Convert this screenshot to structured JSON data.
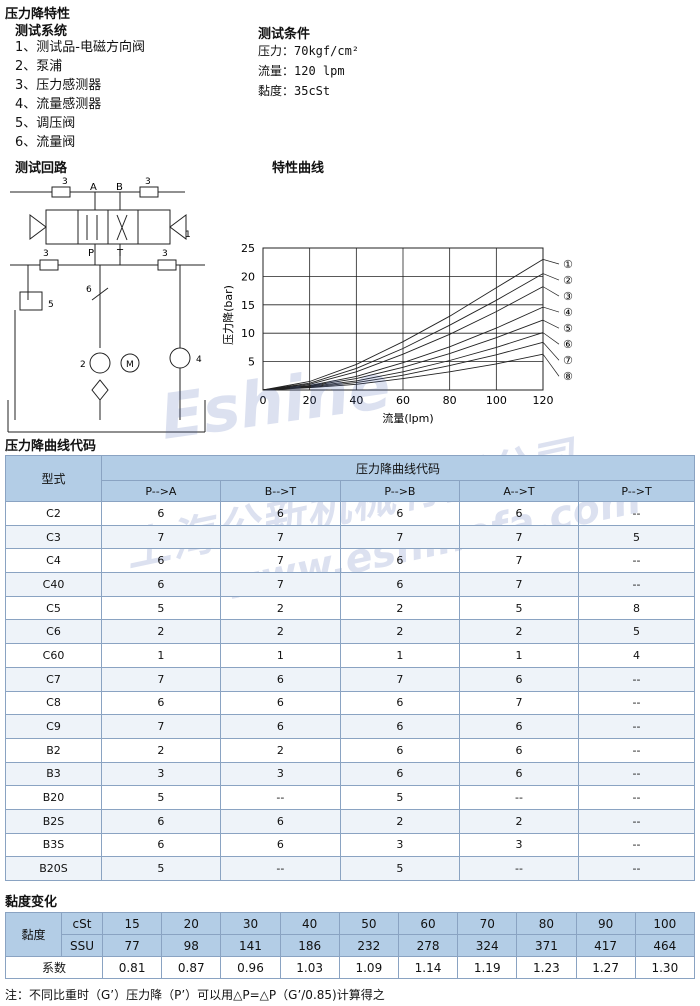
{
  "title": "压力降特性",
  "test_system": {
    "heading": "测试系统",
    "items": [
      "1、测试品-电磁方向阀",
      "2、泵浦",
      "3、压力感测器",
      "4、流量感测器",
      "5、调压阀",
      "6、流量阀"
    ]
  },
  "test_conditions": {
    "heading": "测试条件",
    "items": [
      "压力：70kgf/cm²",
      "流量：120 lpm",
      "黏度：35cSt"
    ]
  },
  "circuit": {
    "heading": "测试回路",
    "labels": {
      "A": "A",
      "B": "B",
      "P": "P",
      "T": "T",
      "n1": "1",
      "n2": "2",
      "n3a": "3",
      "n3b": "3",
      "n3c": "3",
      "n3d": "3",
      "n4": "4",
      "n5": "5",
      "n6": "6",
      "motor": "M"
    }
  },
  "curve_heading": "特性曲线",
  "chart_data": {
    "type": "line",
    "xlabel": "流量(lpm)",
    "ylabel": "压力降(bar)",
    "x_ticks": [
      0,
      20,
      40,
      60,
      80,
      100,
      120
    ],
    "y_ticks": [
      5,
      10,
      15,
      20,
      25
    ],
    "xlim": [
      0,
      120
    ],
    "ylim": [
      0,
      25
    ],
    "x": [
      0,
      20,
      40,
      60,
      80,
      100,
      120
    ],
    "series": [
      {
        "name": "1",
        "values": [
          0,
          1.5,
          4.5,
          8.5,
          13,
          18,
          23
        ]
      },
      {
        "name": "2",
        "values": [
          0,
          1.2,
          3.8,
          7.3,
          11.4,
          15.8,
          20.5
        ]
      },
      {
        "name": "3",
        "values": [
          0,
          1.0,
          3.2,
          6.3,
          9.8,
          13.8,
          18.2
        ]
      },
      {
        "name": "4",
        "values": [
          0,
          0.8,
          2.4,
          4.8,
          7.6,
          10.9,
          14.6
        ]
      },
      {
        "name": "5",
        "values": [
          0,
          0.7,
          2.0,
          4.0,
          6.4,
          9.2,
          12.3
        ]
      },
      {
        "name": "6",
        "values": [
          0,
          0.6,
          1.6,
          3.2,
          5.2,
          7.5,
          10.1
        ]
      },
      {
        "name": "7",
        "values": [
          0,
          0.5,
          1.3,
          2.6,
          4.3,
          6.2,
          8.4
        ]
      },
      {
        "name": "8",
        "values": [
          0,
          0.4,
          1.0,
          2.0,
          3.2,
          4.6,
          6.3
        ]
      }
    ],
    "markers": [
      "①",
      "②",
      "③",
      "④",
      "⑤",
      "⑥",
      "⑦",
      "⑧"
    ]
  },
  "codes_table": {
    "heading": "压力降曲线代码",
    "col_model": "型式",
    "col_group": "压力降曲线代码",
    "sub_headers": [
      "P-->A",
      "B-->T",
      "P-->B",
      "A-->T",
      "P-->T"
    ],
    "rows": [
      [
        "C2",
        "6",
        "6",
        "6",
        "6",
        "--"
      ],
      [
        "C3",
        "7",
        "7",
        "7",
        "7",
        "5"
      ],
      [
        "C4",
        "6",
        "7",
        "6",
        "7",
        "--"
      ],
      [
        "C40",
        "6",
        "7",
        "6",
        "7",
        "--"
      ],
      [
        "C5",
        "5",
        "2",
        "2",
        "5",
        "8"
      ],
      [
        "C6",
        "2",
        "2",
        "2",
        "2",
        "5"
      ],
      [
        "C60",
        "1",
        "1",
        "1",
        "1",
        "4"
      ],
      [
        "C7",
        "7",
        "6",
        "7",
        "6",
        "--"
      ],
      [
        "C8",
        "6",
        "6",
        "6",
        "7",
        "--"
      ],
      [
        "C9",
        "7",
        "6",
        "6",
        "6",
        "--"
      ],
      [
        "B2",
        "2",
        "2",
        "6",
        "6",
        "--"
      ],
      [
        "B3",
        "3",
        "3",
        "6",
        "6",
        "--"
      ],
      [
        "B20",
        "5",
        "--",
        "5",
        "--",
        "--"
      ],
      [
        "B2S",
        "6",
        "6",
        "2",
        "2",
        "--"
      ],
      [
        "B3S",
        "6",
        "6",
        "3",
        "3",
        "--"
      ],
      [
        "B20S",
        "5",
        "--",
        "5",
        "--",
        "--"
      ]
    ]
  },
  "viscosity": {
    "heading": "黏度变化",
    "row_label": "黏度",
    "cst_label": "cSt",
    "ssu_label": "SSU",
    "factor_label": "系数",
    "cst": [
      "15",
      "20",
      "30",
      "40",
      "50",
      "60",
      "70",
      "80",
      "90",
      "100"
    ],
    "ssu": [
      "77",
      "98",
      "141",
      "186",
      "232",
      "278",
      "324",
      "371",
      "417",
      "464"
    ],
    "factor": [
      "0.81",
      "0.87",
      "0.96",
      "1.03",
      "1.09",
      "1.14",
      "1.19",
      "1.23",
      "1.27",
      "1.30"
    ]
  },
  "note": "注：不同比重时（G’）压力降（P’）可以用△P=△P（G’/0.85)计算得之",
  "watermark": {
    "line1": "Eshine",
    "line2": "上海公新机械有限公司",
    "line3": "www.eshinefa.com"
  }
}
